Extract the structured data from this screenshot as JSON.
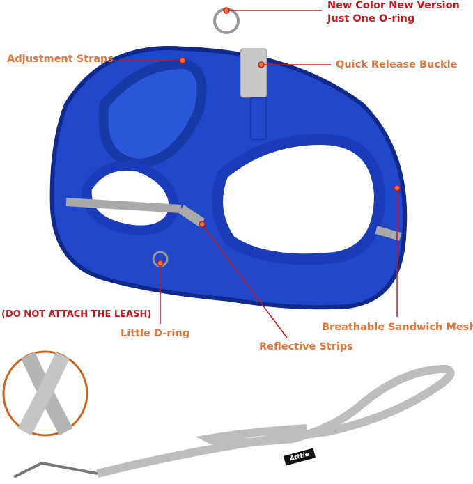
{
  "callouts": {
    "new_version_line1": "New Color New Version",
    "new_version_line2": "Just One O-ring",
    "adjustment_straps": "Adjustment Straps",
    "quick_release_buckle": "Quick Release Buckle",
    "do_not_attach": "(DO NOT ATTACH THE LEASH)",
    "little_d_ring": "Little D-ring",
    "reflective_strips": "Reflective Strips",
    "breathable_mesh": "Breathable Sandwich Mesh"
  },
  "brand_logo_text": "Atttie",
  "colors": {
    "harness_blue": "#1f47c8",
    "callout_orange": "#e3743a",
    "callout_red": "#c8161d",
    "reflective_gray": "#a9a9a9"
  }
}
